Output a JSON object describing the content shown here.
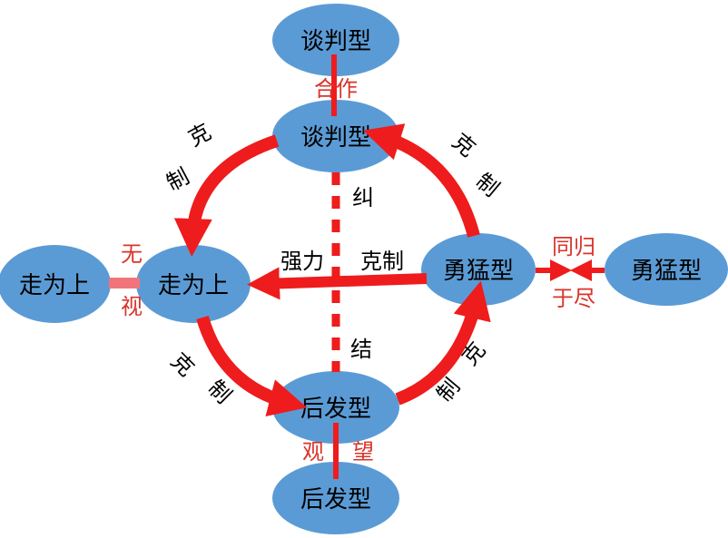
{
  "nodes": {
    "top_outer": "谈判型",
    "top_inner": "谈判型",
    "left_outer": "走为上",
    "left_inner": "走为上",
    "right_inner": "勇猛型",
    "right_outer": "勇猛型",
    "bottom_inner": "后发型",
    "bottom_outer": "后发型"
  },
  "relations": {
    "cooperate": "合作",
    "ignore_1": "无",
    "ignore_2": "视",
    "mutual_destruction_1": "同归",
    "mutual_destruction_2": "于尽",
    "watch_1": "观",
    "watch_2": "望",
    "strong_1": "强力",
    "strong_2": "克制",
    "entangle_1": "纠",
    "entangle_2": "结",
    "ke": "克",
    "zhi": "制"
  },
  "colors": {
    "node_fill": "#5b9bd5",
    "arrow": "#ee1c1c",
    "red_text": "#d9342b"
  }
}
